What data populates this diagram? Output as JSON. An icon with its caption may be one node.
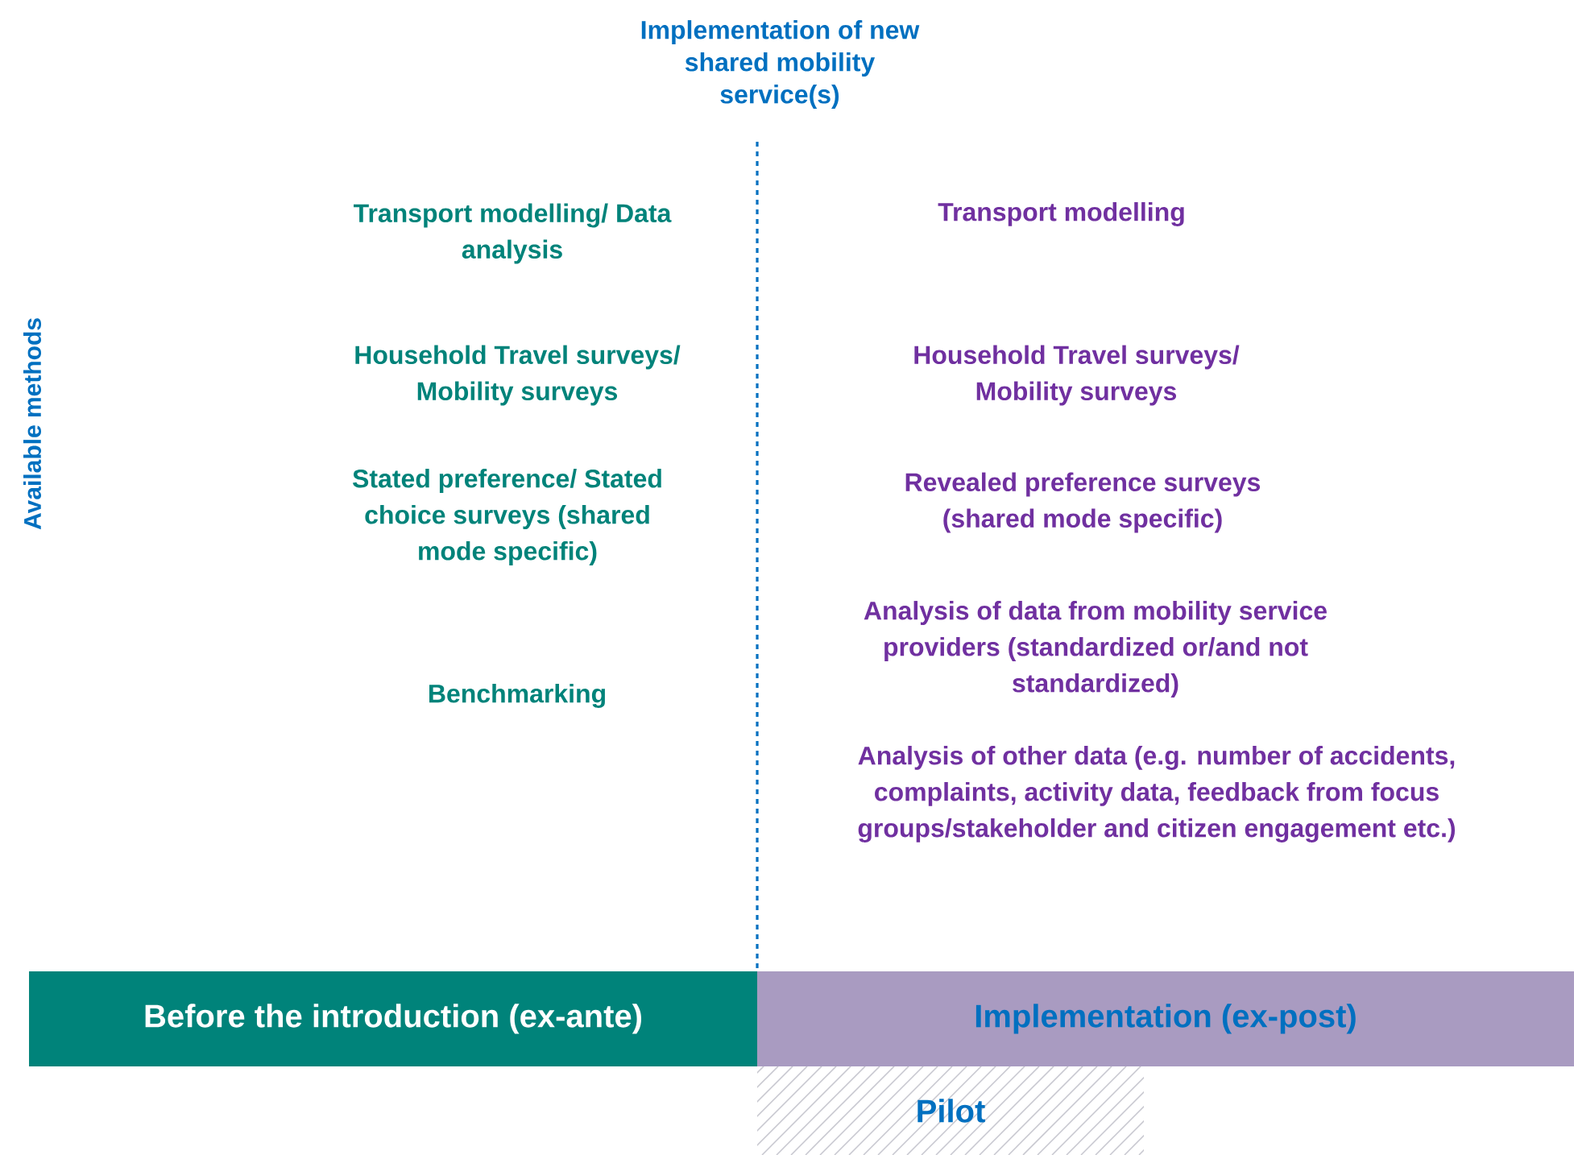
{
  "diagram": {
    "title": "Implementation of new shared mobility service(s)",
    "nodes": [
      {
        "text": [
          "Before the introduction (ex-ante)"
        ]
      },
      {
        "text": [
          "Implementation (ex-post)"
        ]
      },
      {
        "text": [
          "Pilot"
        ]
      }
    ],
    "labels": [
      "Available methods",
      "Transport modelling/ Data analysis",
      "Transport modelling",
      "Household Travel surveys/ Mobility surveys",
      "Household Travel surveys/ Mobility surveys",
      "Stated preference/ Stated choice surveys (shared mode specific)",
      "Revealed preference surveys (shared mode specific)",
      "Analysis of data from mobility service providers (standardized or/and not standardized)",
      "Benchmarking",
      "Analysis of other data (e.g. number of accidents, complaints, activity data, feedback from focus groups/stakeholder and citizen engagement etc.)"
    ]
  }
}
